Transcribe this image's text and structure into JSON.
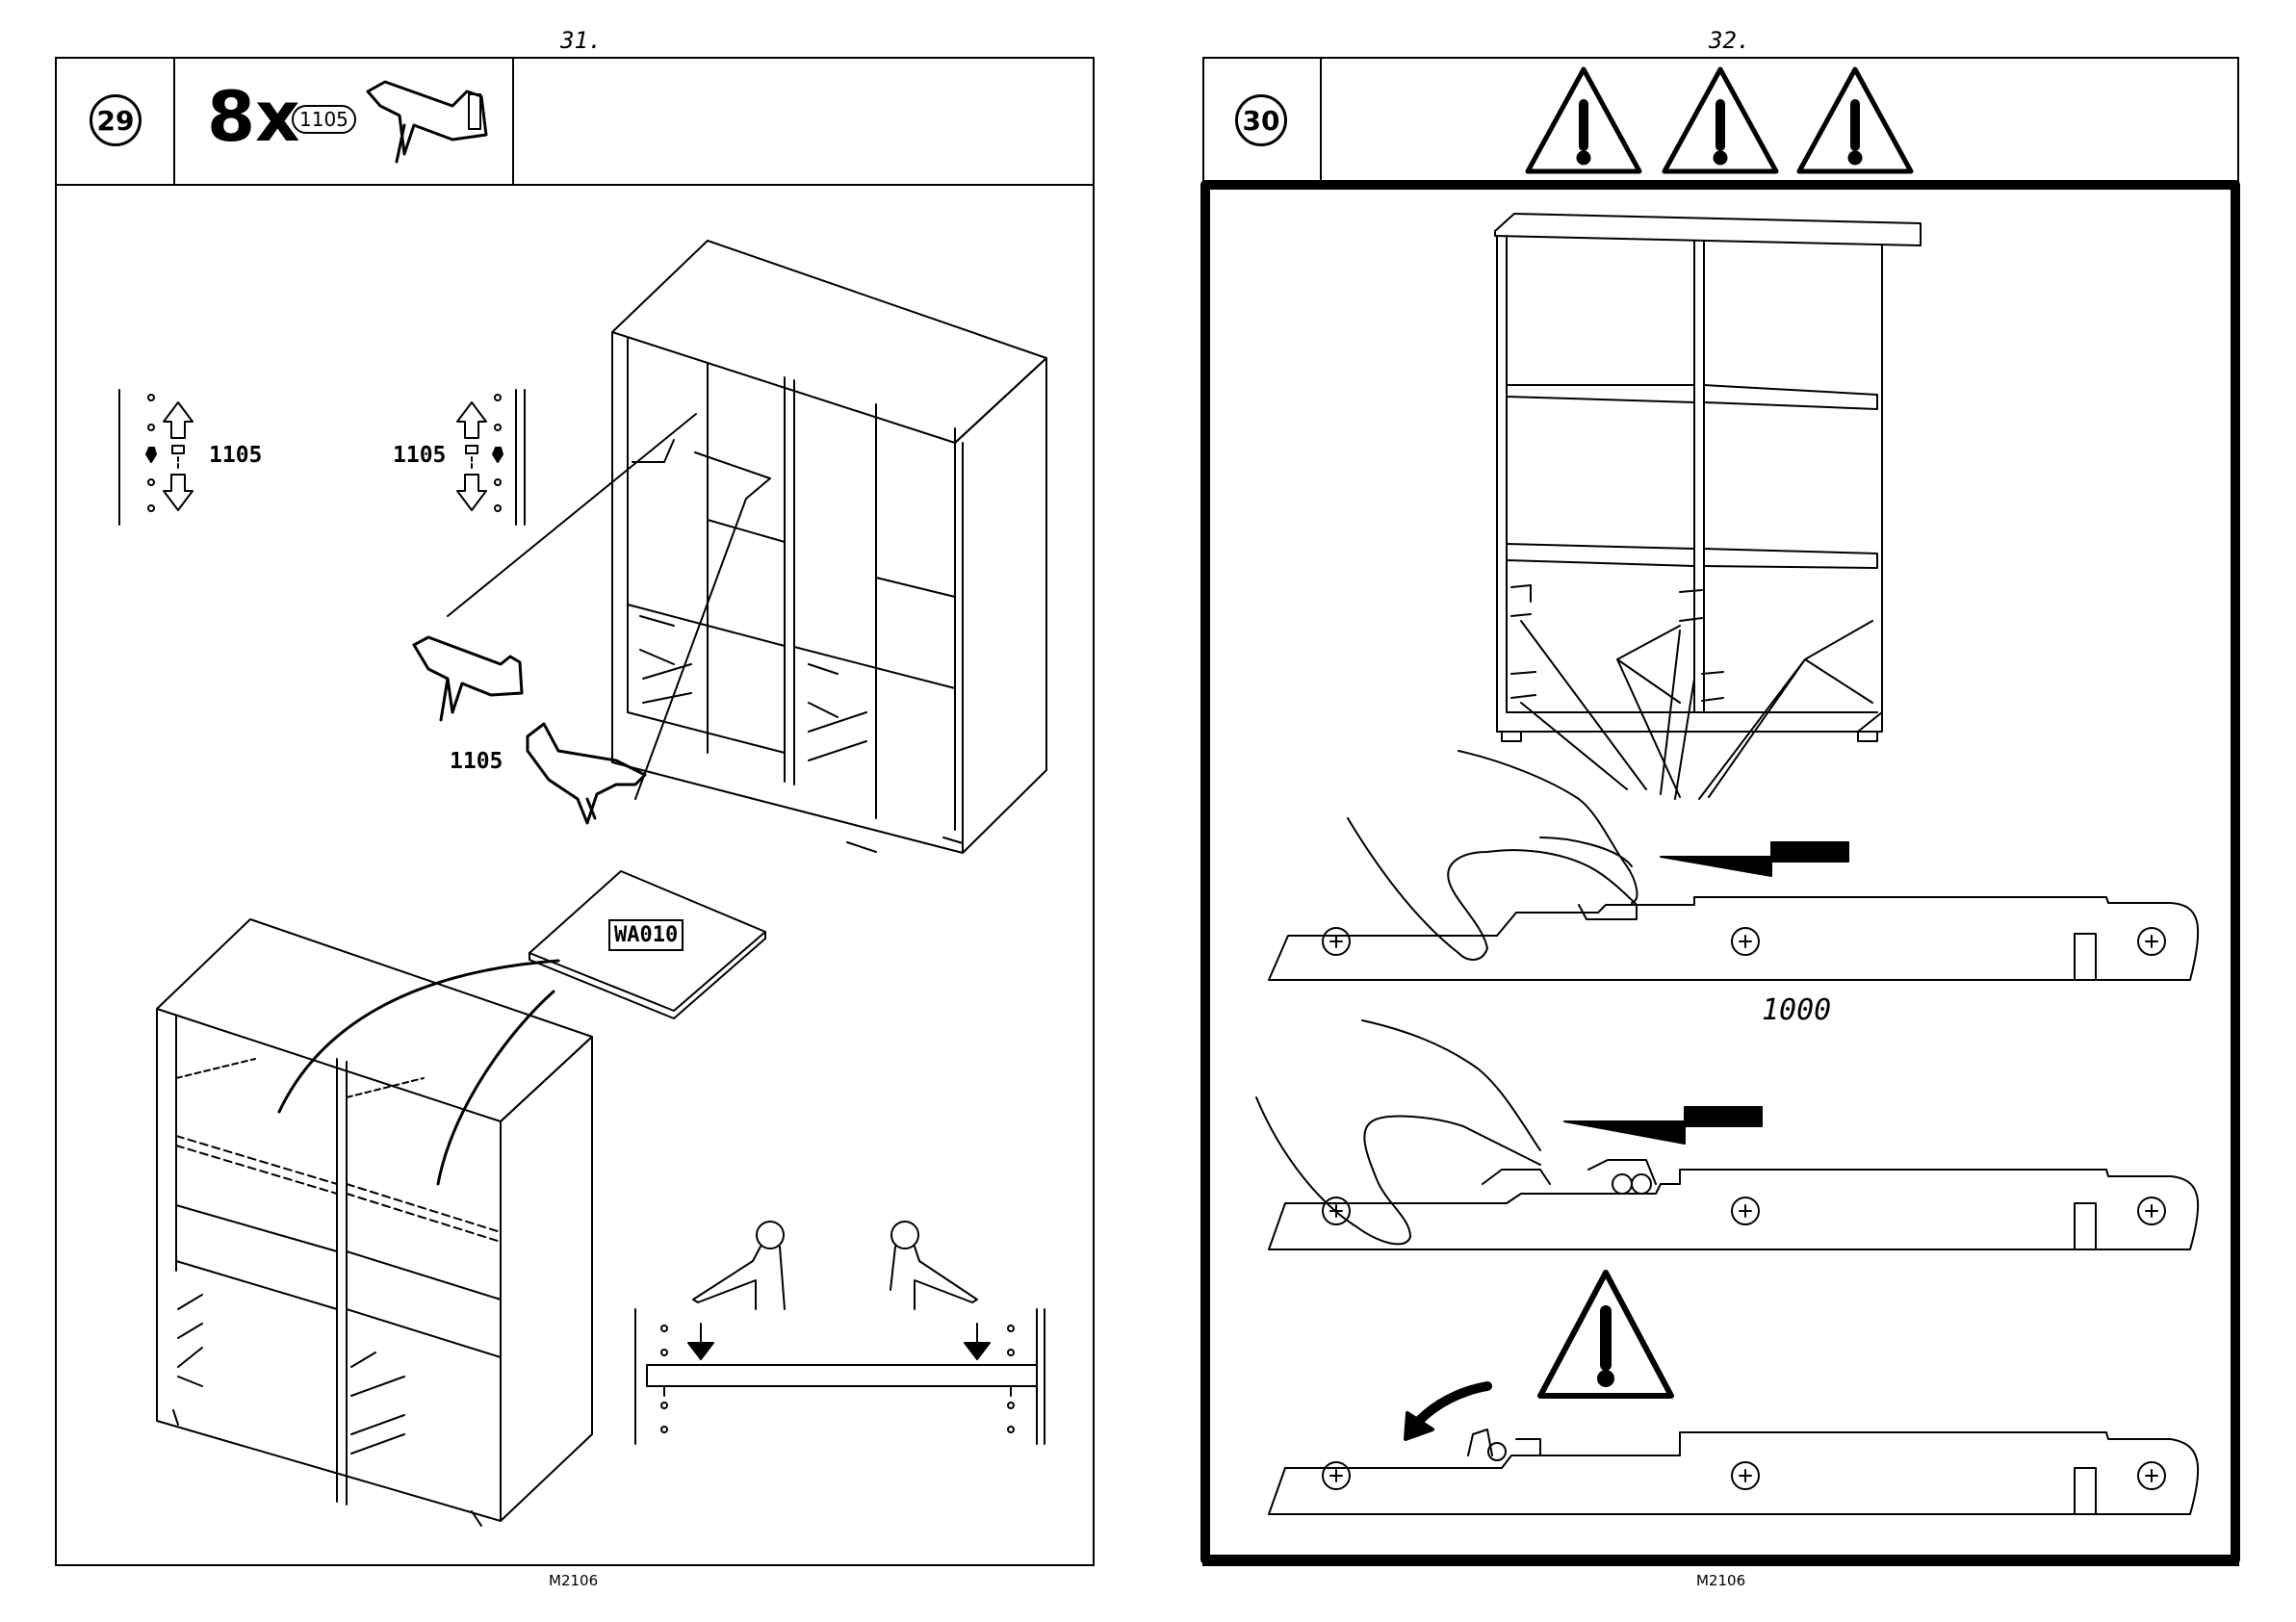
{
  "left_page": {
    "page_number": "31.",
    "step_number": "29",
    "quantity": "8x",
    "part_code": "1105",
    "labels": {
      "left_hint": "1105",
      "right_hint": "1105",
      "bracket": "1105"
    },
    "shelf_label": "WA010",
    "footer_code": "M2106"
  },
  "right_page": {
    "page_number": "32.",
    "step_number": "30",
    "rail_length": "1000",
    "footer_code": "M2106"
  },
  "icons": [
    "warning-triangle-icon",
    "warning-triangle-icon",
    "warning-triangle-icon",
    "warning-triangle-icon"
  ]
}
